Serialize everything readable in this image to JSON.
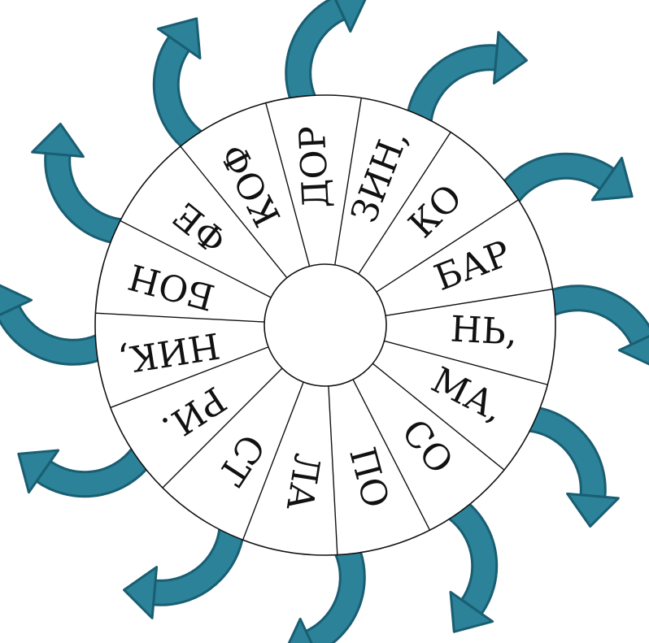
{
  "wheel": {
    "segments": [
      "ДОР",
      "ЗИН,",
      "КО",
      "БАР",
      "НЬ,",
      "МА,",
      "СО",
      "ПО",
      "ЛА",
      "СТ",
      "РИ.",
      "НИК,",
      "БОН",
      "ФЕ",
      "КОФ"
    ]
  },
  "colors": {
    "arrow_fill": "#2b8299",
    "arrow_outline": "#1a5e72"
  }
}
